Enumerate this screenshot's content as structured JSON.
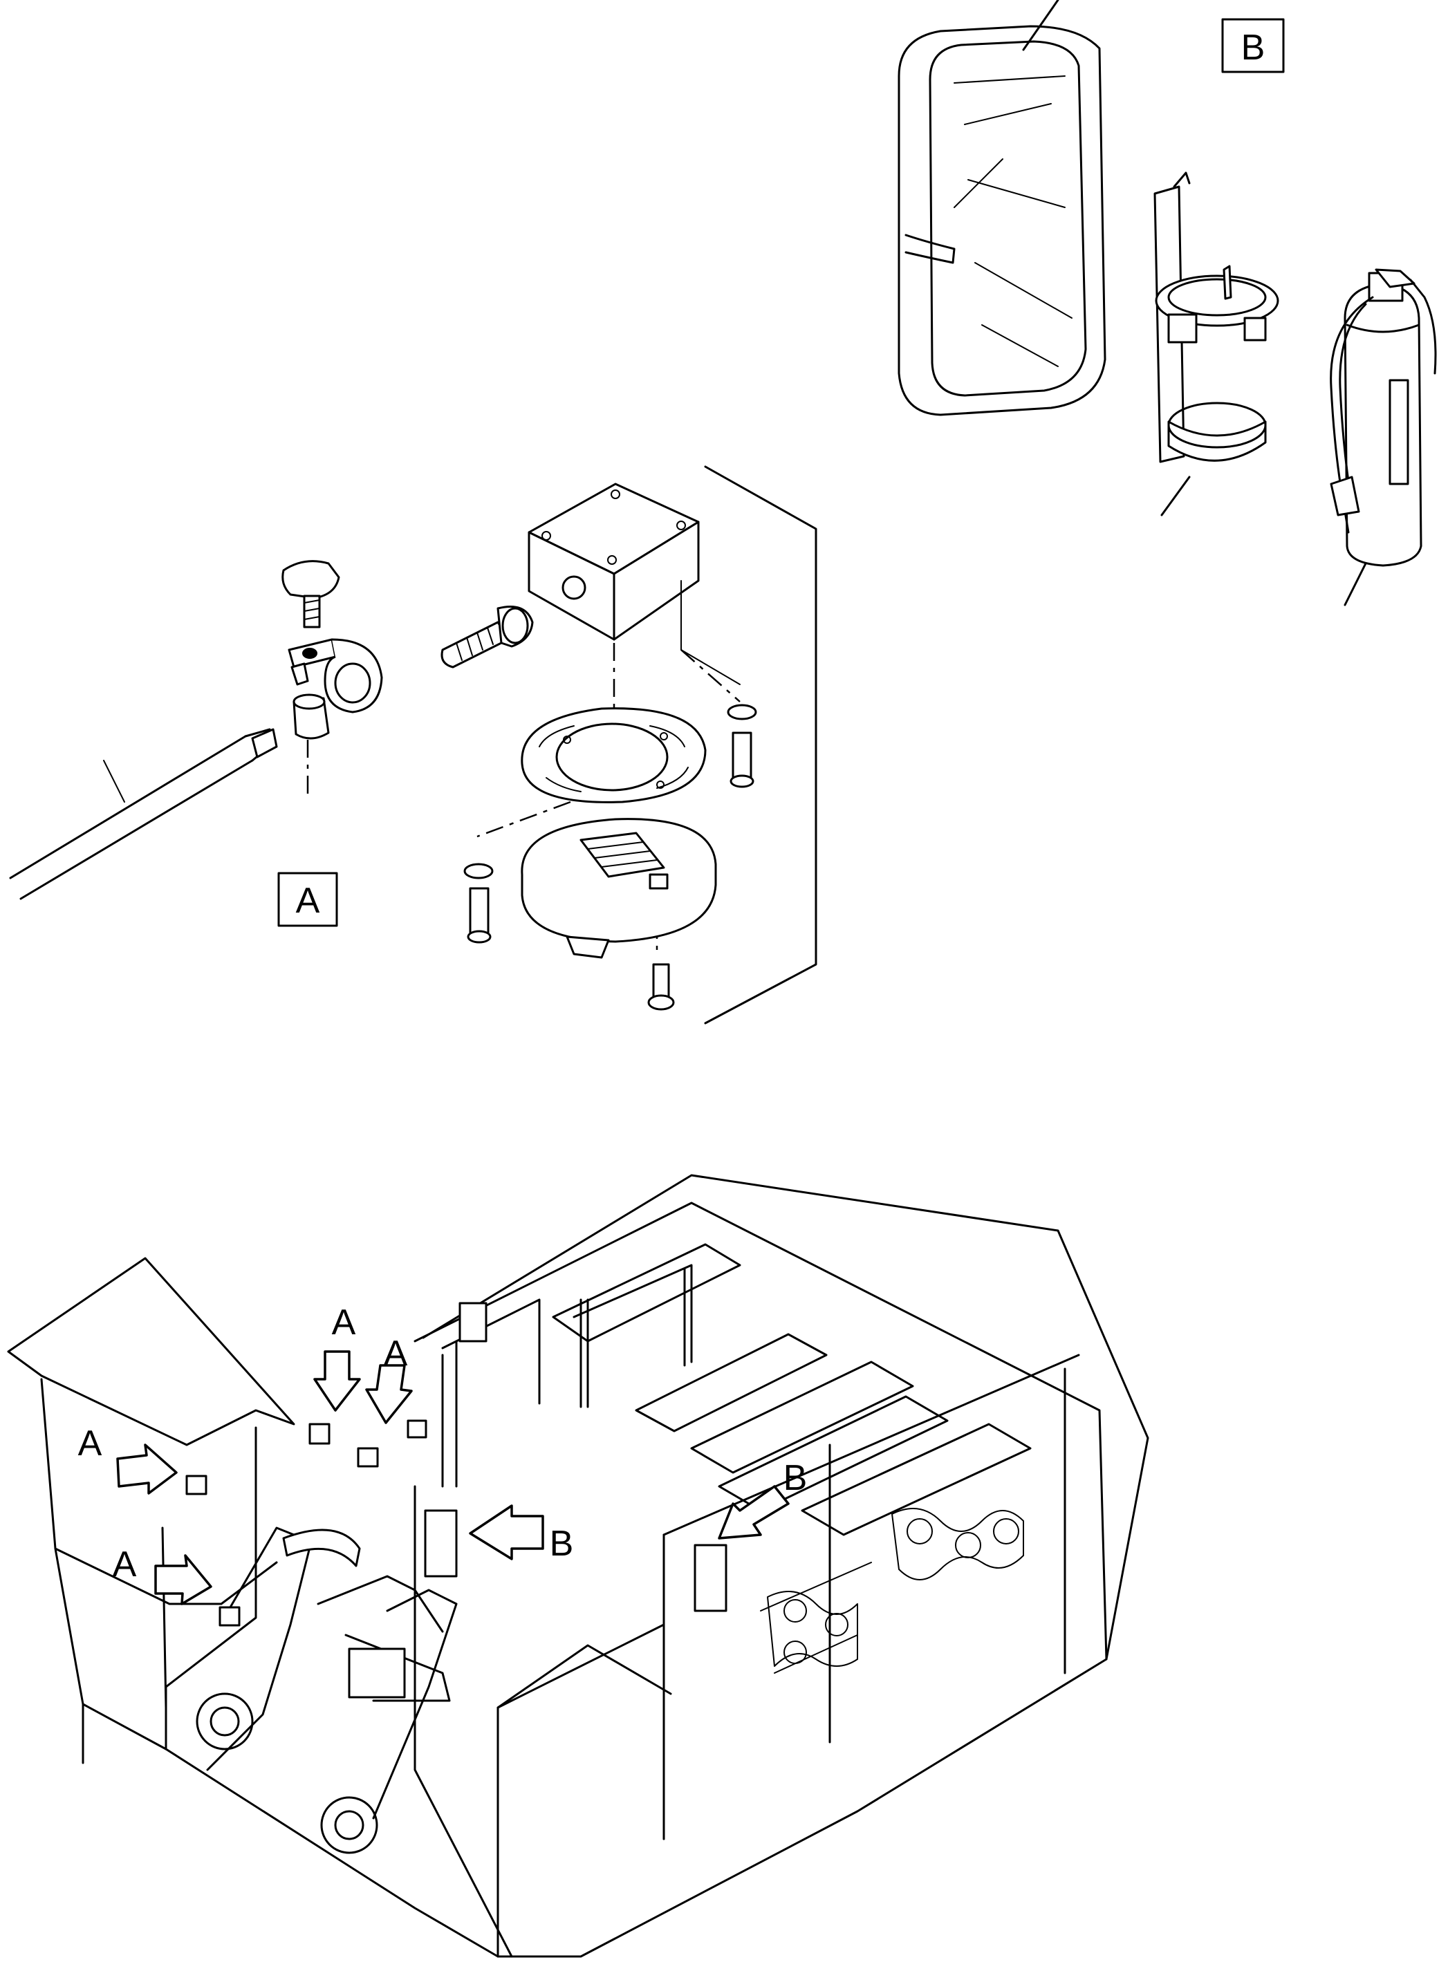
{
  "detail_labels": {
    "a": "A",
    "b": "B"
  },
  "callouts": {
    "a": [
      "A",
      "A",
      "A",
      "A"
    ],
    "b": [
      "B",
      "B"
    ]
  },
  "icons": [
    "arrow-callout-icon",
    "junction-box-icon",
    "fire-extinguisher-icon",
    "cable-clamp-icon"
  ]
}
